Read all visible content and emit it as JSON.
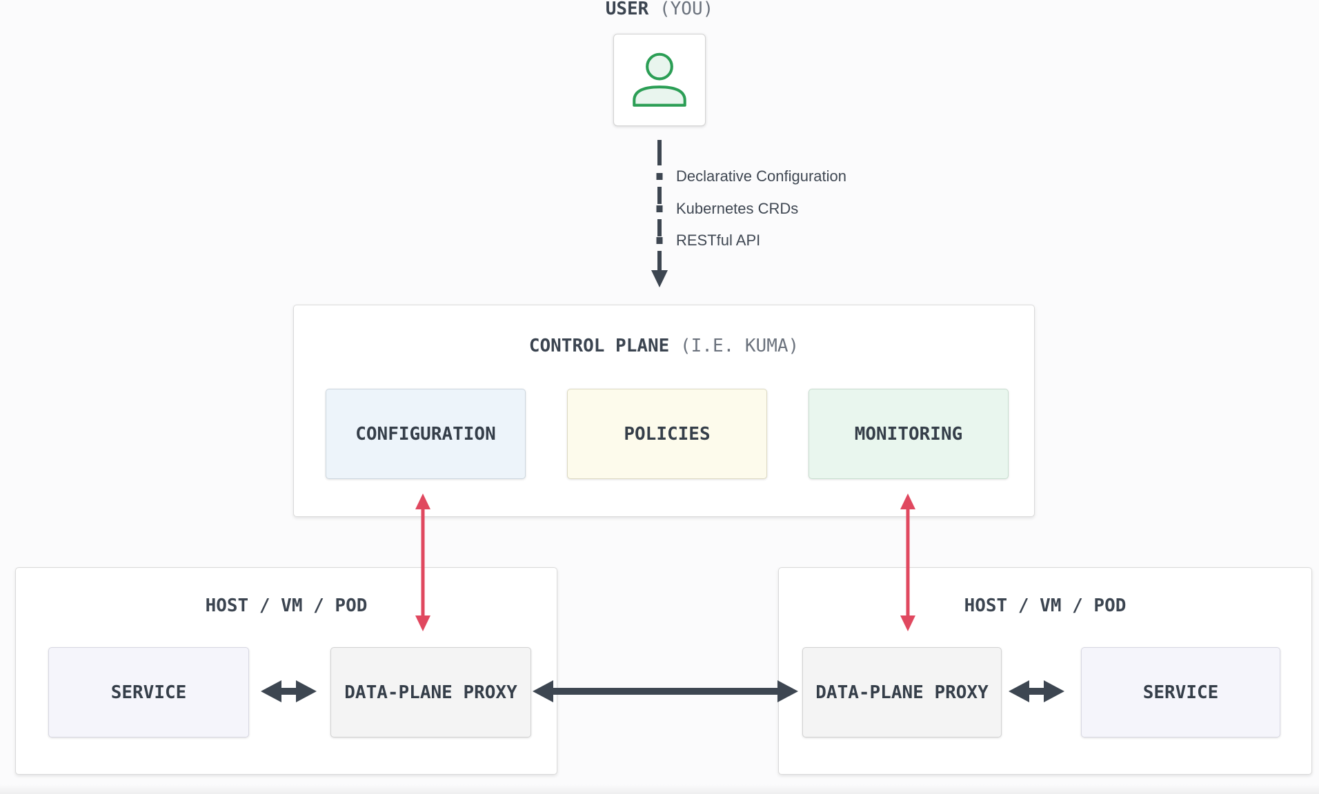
{
  "user": {
    "label": "USER",
    "label_suffix": "(YOU)",
    "icon": "person-icon"
  },
  "connector": {
    "labels": [
      "Declarative Configuration",
      "Kubernetes CRDs",
      "RESTful API"
    ],
    "style": "dashed-arrow-down"
  },
  "control_plane": {
    "title": "CONTROL PLANE",
    "title_suffix": "(I.E. KUMA)",
    "components": [
      {
        "label": "CONFIGURATION",
        "fill": "#edf4fa"
      },
      {
        "label": "POLICIES",
        "fill": "#fdfbec"
      },
      {
        "label": "MONITORING",
        "fill": "#e9f6ee"
      }
    ]
  },
  "hosts": [
    {
      "title": "HOST / VM / POD",
      "items": [
        {
          "label": "SERVICE",
          "fill": "#f5f5fb"
        },
        {
          "label": "DATA-PLANE PROXY",
          "fill": "#f4f4f4"
        }
      ]
    },
    {
      "title": "HOST / VM / POD",
      "items": [
        {
          "label": "DATA-PLANE PROXY",
          "fill": "#f4f4f4"
        },
        {
          "label": "SERVICE",
          "fill": "#f5f5fb"
        }
      ]
    }
  ],
  "colors": {
    "accent_red": "#e0485f",
    "dark_slate": "#3d4651",
    "icon_green": "#2b9e55",
    "card_background": "#ffffff",
    "page_background": "#fbfbfc",
    "border_gray": "#d6d6d6"
  }
}
